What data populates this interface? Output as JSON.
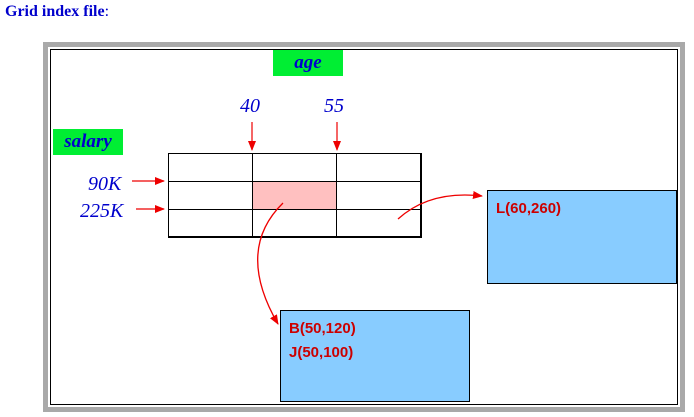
{
  "heading": {
    "title": "Grid index file",
    "colon": ":"
  },
  "axes": {
    "age": {
      "label": "age",
      "values": [
        "40",
        "55"
      ]
    },
    "salary": {
      "label": "salary",
      "values": [
        "90K",
        "225K"
      ]
    }
  },
  "grid": {
    "rows": 3,
    "cols": 3,
    "highlight": {
      "row": 1,
      "col": 1
    }
  },
  "buckets": {
    "l": {
      "records": [
        "L(60,260)"
      ]
    },
    "bj": {
      "records": [
        "B(50,120)",
        "J(50,100)"
      ]
    }
  },
  "colors": {
    "heading": "#0000cc",
    "tag_bg": "#00ee33",
    "arrow": "#ee0000",
    "highlight": "#ffc0c0",
    "bucket_bg": "#88ccff",
    "record_text": "#cc0000"
  }
}
